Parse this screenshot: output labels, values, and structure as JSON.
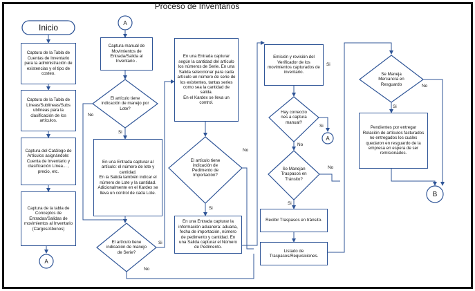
{
  "title": "Proceso de Inventarios",
  "start": {
    "label": "Inicio"
  },
  "connectors": {
    "a": "A",
    "b": "B"
  },
  "answers": {
    "si": "Si",
    "no": "No"
  },
  "column1": [
    "Captura de la Tabla de Cuentas de Inventario para la administración de existencias y el tipo de costeo.",
    "Captura de la Tabla de Líneas/Sublíneas/Subs ublíneas para la clasificación de los artículos.",
    "Captura del Catálogo de Artículos asignándole: Cuenta de Inventario y clasificación Línea... , precio, etc.",
    "Captura de la tabla de Conceptos de Entradas/Salidas de movimientos al Inventario (Cargos/Abonos)"
  ],
  "column2": {
    "capture": "Captura manual de Movimientos de Entrada/Salida al Inventario .",
    "decision_lote": "El artículo tiene indicación de manejo por Lote?",
    "lote_box": "En una Entrada capturar al artículo: el número de lote y cantidad.\nEn la Salida también indicar el número de Lote y la cantidad.\nAdicionalmente en el Kardex se lleva un control de cada Lote.",
    "decision_serie": "El artículo tiene indicación de manejo de Serie?"
  },
  "column3": {
    "serie_box": "En una Entrada capturar según la cantidad del artículo los números de Serie. En una Salida seleccionar para cada artículo un número de serie de los existentes, tantas series como sea la cantidad de salida.\nEn el Kardex se lleva un control.",
    "decision_pedimento": "El artículo tiene indicación de Pedimento de Importación?",
    "pedimento_box": "En una Entrada capturar la información aduanera: aduana, fecha de importación, número de pedimento y cantidad. En una Salida capturar el Número de Pedimento."
  },
  "column4": {
    "verify_box": "Emisión y revisión del Verificador de los movimientos capturados de inventario.",
    "decision_correct": "Hay correccio nes a captura manual?",
    "decision_transfer": "Se Manejan Traspasos en Tránsito?",
    "receive_box": "Recibir Traspasos en tránsito.",
    "list_box": "Listado de Traspasos/Requisiciones."
  },
  "column5": {
    "decision_resguardo": "Se Maneja Mercancía en Resguardo",
    "pending_box": "Pendientes por entregar Relación de artículos facturados no entregados los cuales quedaron en resguardo de la empresa en espera de ser remisionados."
  }
}
